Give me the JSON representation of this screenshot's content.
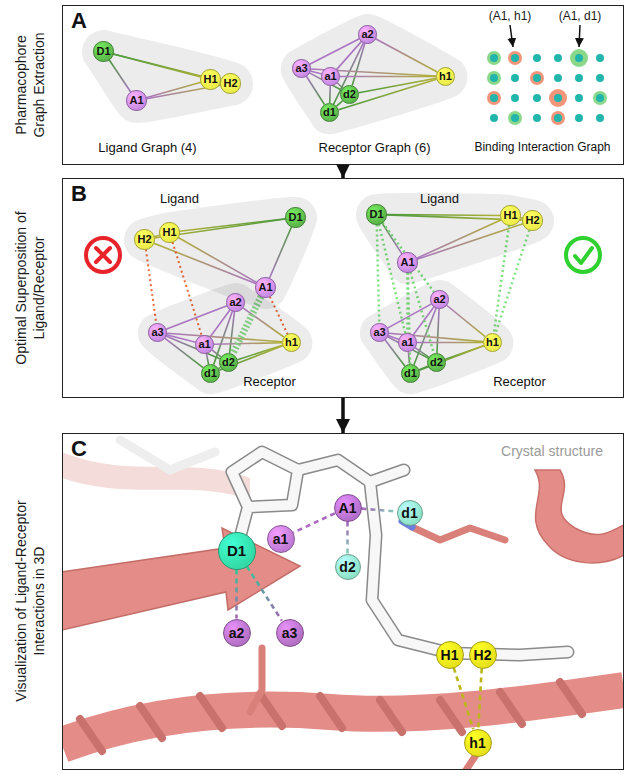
{
  "diagram": {
    "nodes": [
      {
        "text": [
          "A"
        ]
      },
      {
        "text": [
          "Ligand Graph (4)"
        ],
        "in": 0
      },
      {
        "text": [
          "D1"
        ],
        "in": 1
      },
      {
        "text": [
          "A1"
        ],
        "in": 1
      },
      {
        "text": [
          "H1"
        ],
        "in": 1
      },
      {
        "text": [
          "H2"
        ],
        "in": 1
      },
      {
        "text": [
          "Receptor Graph (6)"
        ],
        "in": 0
      },
      {
        "text": [
          "a2"
        ],
        "in": 6
      },
      {
        "text": [
          "a3"
        ],
        "in": 6
      },
      {
        "text": [
          "a1"
        ],
        "in": 6
      },
      {
        "text": [
          "h1"
        ],
        "in": 6
      },
      {
        "text": [
          "d2"
        ],
        "in": 6
      },
      {
        "text": [
          "d1"
        ],
        "in": 6
      },
      {
        "text": [
          "Binding Interaction Graph"
        ],
        "in": 0
      },
      {
        "text": [
          "B"
        ]
      },
      {
        "text": [
          "Ligand"
        ],
        "in": 14
      },
      {
        "text": [
          "H2"
        ],
        "in": 15
      },
      {
        "text": [
          "H1"
        ],
        "in": 15
      },
      {
        "text": [
          "D1"
        ],
        "in": 15
      },
      {
        "text": [
          "A1"
        ],
        "in": 15
      },
      {
        "text": [
          "Receptor"
        ],
        "in": 14
      },
      {
        "text": [
          "a2"
        ],
        "in": 20
      },
      {
        "text": [
          "a3"
        ],
        "in": 20
      },
      {
        "text": [
          "a1"
        ],
        "in": 20
      },
      {
        "text": [
          "h1"
        ],
        "in": 20
      },
      {
        "text": [
          "d2"
        ],
        "in": 20
      },
      {
        "text": [
          "d1"
        ],
        "in": 20
      },
      {
        "text": [
          "Ligand"
        ],
        "in": 14
      },
      {
        "text": [
          "D1"
        ],
        "in": 27
      },
      {
        "text": [
          "H1"
        ],
        "in": 27
      },
      {
        "text": [
          "H2"
        ],
        "in": 27
      },
      {
        "text": [
          "A1"
        ],
        "in": 27
      },
      {
        "text": [
          "Receptor"
        ],
        "in": 14
      },
      {
        "text": [
          "a2"
        ],
        "in": 32
      },
      {
        "text": [
          "a3"
        ],
        "in": 32
      },
      {
        "text": [
          "a1"
        ],
        "in": 32
      },
      {
        "text": [
          "h1"
        ],
        "in": 32
      },
      {
        "text": [
          "d2"
        ],
        "in": 32
      },
      {
        "text": [
          "d1"
        ],
        "in": 32
      },
      {
        "text": [
          "C"
        ]
      },
      {
        "text": [
          "A1"
        ],
        "in": 39
      },
      {
        "text": [
          "d1"
        ],
        "in": 39
      },
      {
        "text": [
          "a1"
        ],
        "in": 39
      },
      {
        "text": [
          "D1"
        ],
        "in": 39
      },
      {
        "text": [
          "d2"
        ],
        "in": 39
      },
      {
        "text": [
          "a2"
        ],
        "in": 39
      },
      {
        "text": [
          "a3"
        ],
        "in": 39
      },
      {
        "text": [
          "H1"
        ],
        "in": 39
      },
      {
        "text": [
          "H2"
        ],
        "in": 39
      },
      {
        "text": [
          "h1"
        ],
        "in": 39
      }
    ],
    "edges": [
      {
        "from": 2,
        "to": 3,
        "arrow": "none"
      },
      {
        "from": 2,
        "to": 4,
        "arrow": "none"
      },
      {
        "from": 2,
        "to": 5,
        "arrow": "none"
      },
      {
        "from": 3,
        "to": 4,
        "arrow": "none"
      },
      {
        "from": 3,
        "to": 5,
        "arrow": "none"
      },
      {
        "from": 4,
        "to": 5,
        "arrow": "none"
      },
      {
        "from": 7,
        "to": 8,
        "arrow": "none"
      },
      {
        "from": 7,
        "to": 9,
        "arrow": "none"
      },
      {
        "from": 7,
        "to": 10,
        "arrow": "none"
      },
      {
        "from": 7,
        "to": 11,
        "arrow": "none"
      },
      {
        "from": 7,
        "to": 12,
        "arrow": "none"
      },
      {
        "from": 8,
        "to": 9,
        "arrow": "none"
      },
      {
        "from": 8,
        "to": 10,
        "arrow": "none"
      },
      {
        "from": 8,
        "to": 11,
        "arrow": "none"
      },
      {
        "from": 8,
        "to": 12,
        "arrow": "none"
      },
      {
        "from": 9,
        "to": 10,
        "arrow": "none"
      },
      {
        "from": 9,
        "to": 11,
        "arrow": "none"
      },
      {
        "from": 9,
        "to": 12,
        "arrow": "none"
      },
      {
        "from": 10,
        "to": 11,
        "arrow": "none"
      },
      {
        "from": 10,
        "to": 12,
        "arrow": "none"
      },
      {
        "from": 11,
        "to": 12,
        "arrow": "none"
      },
      {
        "from": 16,
        "to": 17,
        "arrow": "none"
      },
      {
        "from": 16,
        "to": 18,
        "arrow": "none"
      },
      {
        "from": 16,
        "to": 19,
        "arrow": "none"
      },
      {
        "from": 17,
        "to": 18,
        "arrow": "none"
      },
      {
        "from": 17,
        "to": 19,
        "arrow": "none"
      },
      {
        "from": 18,
        "to": 19,
        "arrow": "none"
      },
      {
        "from": 21,
        "to": 22,
        "arrow": "none"
      },
      {
        "from": 21,
        "to": 23,
        "arrow": "none"
      },
      {
        "from": 21,
        "to": 24,
        "arrow": "none"
      },
      {
        "from": 21,
        "to": 25,
        "arrow": "none"
      },
      {
        "from": 21,
        "to": 26,
        "arrow": "none"
      },
      {
        "from": 22,
        "to": 23,
        "arrow": "none"
      },
      {
        "from": 22,
        "to": 24,
        "arrow": "none"
      },
      {
        "from": 22,
        "to": 25,
        "arrow": "none"
      },
      {
        "from": 22,
        "to": 26,
        "arrow": "none"
      },
      {
        "from": 23,
        "to": 24,
        "arrow": "none"
      },
      {
        "from": 23,
        "to": 25,
        "arrow": "none"
      },
      {
        "from": 23,
        "to": 26,
        "arrow": "none"
      },
      {
        "from": 24,
        "to": 25,
        "arrow": "none"
      },
      {
        "from": 24,
        "to": 26,
        "arrow": "none"
      },
      {
        "from": 25,
        "to": 26,
        "arrow": "none"
      },
      {
        "from": 28,
        "to": 29,
        "arrow": "none"
      },
      {
        "from": 28,
        "to": 30,
        "arrow": "none"
      },
      {
        "from": 28,
        "to": 31,
        "arrow": "none"
      },
      {
        "from": 29,
        "to": 30,
        "arrow": "none"
      },
      {
        "from": 29,
        "to": 31,
        "arrow": "none"
      },
      {
        "from": 30,
        "to": 31,
        "arrow": "none"
      },
      {
        "from": 33,
        "to": 34,
        "arrow": "none"
      },
      {
        "from": 33,
        "to": 35,
        "arrow": "none"
      },
      {
        "from": 33,
        "to": 36,
        "arrow": "none"
      },
      {
        "from": 33,
        "to": 37,
        "arrow": "none"
      },
      {
        "from": 33,
        "to": 38,
        "arrow": "none"
      },
      {
        "from": 34,
        "to": 35,
        "arrow": "none"
      },
      {
        "from": 34,
        "to": 36,
        "arrow": "none"
      },
      {
        "from": 34,
        "to": 37,
        "arrow": "none"
      },
      {
        "from": 34,
        "to": 38,
        "arrow": "none"
      },
      {
        "from": 35,
        "to": 36,
        "arrow": "none"
      },
      {
        "from": 35,
        "to": 37,
        "arrow": "none"
      },
      {
        "from": 35,
        "to": 38,
        "arrow": "none"
      },
      {
        "from": 36,
        "to": 37,
        "arrow": "none"
      },
      {
        "from": 36,
        "to": 38,
        "arrow": "none"
      },
      {
        "from": 37,
        "to": 38,
        "arrow": "none"
      },
      {
        "from": 16,
        "to": 22,
        "arrow": "none"
      },
      {
        "from": 17,
        "to": 23,
        "arrow": "none"
      },
      {
        "from": 19,
        "to": 25,
        "arrow": "none"
      },
      {
        "from": 19,
        "to": 24,
        "arrow": "none"
      },
      {
        "from": 28,
        "to": 35,
        "arrow": "none"
      },
      {
        "from": 28,
        "to": 33,
        "arrow": "none"
      },
      {
        "from": 28,
        "to": 34,
        "arrow": "none"
      },
      {
        "from": 31,
        "to": 35,
        "arrow": "none"
      },
      {
        "from": 31,
        "to": 38,
        "arrow": "none"
      },
      {
        "from": 31,
        "to": 37,
        "arrow": "none"
      },
      {
        "from": 29,
        "to": 36,
        "arrow": "none"
      },
      {
        "from": 30,
        "to": 36,
        "arrow": "none"
      },
      {
        "from": 43,
        "to": 45,
        "arrow": "none"
      },
      {
        "from": 43,
        "to": 46,
        "arrow": "none"
      },
      {
        "from": 40,
        "to": 42,
        "arrow": "none"
      },
      {
        "from": 40,
        "to": 41,
        "arrow": "none"
      },
      {
        "from": 40,
        "to": 44,
        "arrow": "none"
      },
      {
        "from": 47,
        "to": 49,
        "arrow": "none"
      },
      {
        "from": 48,
        "to": 49,
        "arrow": "none"
      },
      {
        "from": 0,
        "to": 14,
        "arrow": "to"
      },
      {
        "from": 14,
        "to": 39,
        "arrow": "to"
      }
    ],
    "labels": [
      "Pharmacophore Graph Extraction",
      "Optimal Superposition of Ligand/Receptor",
      "Visualization of Ligand-Receptor Interactions in 3D",
      "(A1, h1)",
      "(A1, d1)",
      "Crystal structure"
    ]
  }
}
